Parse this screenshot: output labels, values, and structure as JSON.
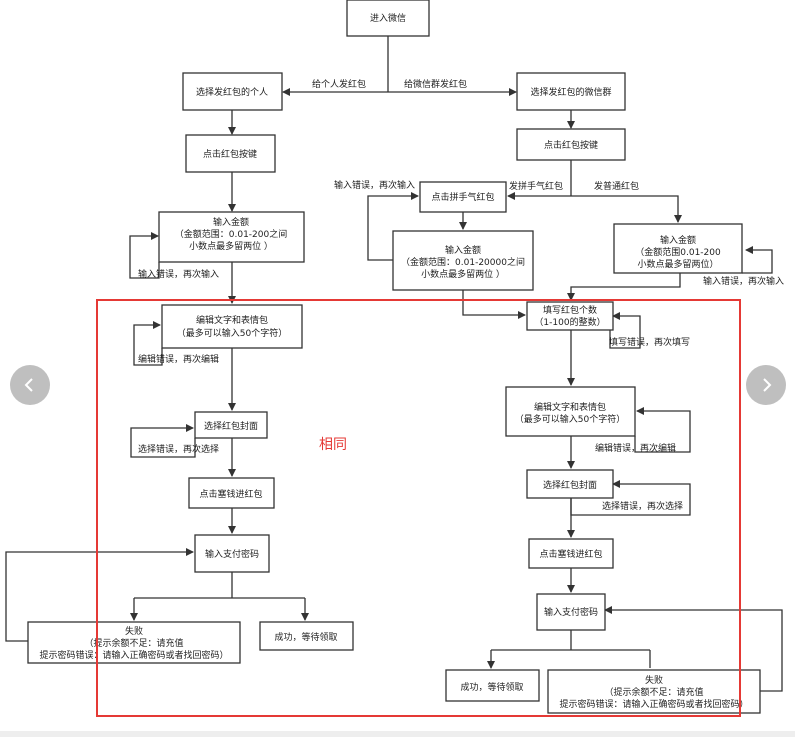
{
  "nodes": {
    "enter_wechat": "进入微信",
    "select_person": "选择发红包的个人",
    "select_group": "选择发红包的微信群",
    "click_btn_left": "点击红包按键",
    "click_btn_right": "点击红包按键",
    "pin_hongbao": "点击拼手气红包",
    "amount_left": [
      "输入金额",
      "（金额范围：0.01-200之间",
      "小数点最多留两位        ）"
    ],
    "amount_mid": [
      "输入金额",
      "（金额范围：0.01-20000之间",
      "小数点最多留两位 ）"
    ],
    "amount_right": [
      "输入金额",
      "（金额范围0.01-200",
      "小数点最多留两位）"
    ],
    "count": [
      "填写红包个数",
      "（1-100的整数）"
    ],
    "edit_left": [
      "编辑文字和表情包",
      "（最多可以输入50个字符）"
    ],
    "edit_right": [
      "编辑文字和表情包",
      "（最多可以输入50个字符）"
    ],
    "cover_left": "选择红包封面",
    "cover_right": "选择红包封面",
    "stuff_left": "点击塞钱进红包",
    "stuff_right": "点击塞钱进红包",
    "pwd_left": "输入支付密码",
    "pwd_right": "输入支付密码",
    "fail_left": [
      "失败",
      "（提示余额不足：请充值",
      "提示密码错误：请输入正确密码或者找回密码）"
    ],
    "fail_right": [
      "失败",
      "（提示余额不足：请充值",
      "提示密码错误：请输入正确密码或者找回密码）"
    ],
    "success_left": "成功，等待领取",
    "success_right": "成功，等待领取"
  },
  "edge_labels": {
    "to_person": "给个人发红包",
    "to_group": "给微信群发红包",
    "pin": "发拼手气红包",
    "normal": "发普通红包",
    "retry_amount_left": "输入错误，再次输入",
    "retry_amount_mid": "输入错误，再次输入",
    "retry_amount_right": "输入错误，再次输入",
    "retry_count": "填写错误，再次填写",
    "retry_edit_left": "编辑错误，再次编辑",
    "retry_edit_right": "编辑错误，再次编辑",
    "retry_cover_left": "选择错误，再次选择",
    "retry_cover_right": "选择错误，再次选择"
  },
  "annotation": {
    "same_label": "相同",
    "highlight_color": "#e53935"
  },
  "nav": {
    "prev_icon": "chevron-left-icon",
    "next_icon": "chevron-right-icon"
  }
}
